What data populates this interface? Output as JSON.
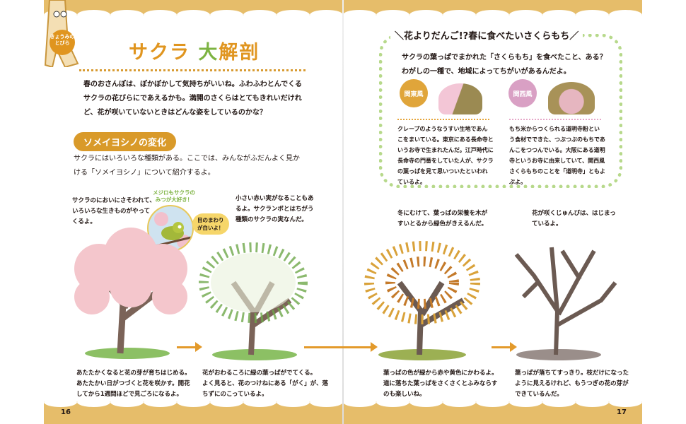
{
  "header": {
    "corner_label": "きょうみのとびら",
    "title_pre": "サクラ",
    "title_dai": "大",
    "title_post": "解剖"
  },
  "intro": [
    "春のおさんぽは、ぽかぽかして気持ちがいいね。ふわふわとんでくる",
    "サクラの花びらにであえるかも。満開のさくらはとてもきれいだけれ",
    "ど、花が咲いていないときはどんな姿をしているのかな？"
  ],
  "section": {
    "title": "ソメイヨシノの変化",
    "text": [
      "サクラにはいろいろな種類がある。ここでは、みんながふだんよく見か",
      "ける「ソメイヨシノ」について紹介するよ。"
    ]
  },
  "bird": {
    "caption": "メジロもサクラのみつが大好き！",
    "bubble": [
      "目のまわり",
      "が白いよ！"
    ]
  },
  "stages": [
    {
      "top": [
        "サクラのにおいにさそわれて、",
        "いろいろな生きものがやって",
        "くるよ。"
      ],
      "bottom": [
        "あたたかくなると花の芽が育ちはじめる。",
        "あたたかい日がつづくと花を咲かす。開花",
        "してから1週間ほどで見ごろになるよ。"
      ]
    },
    {
      "top": [
        "小さい赤い実がなることもあ",
        "るよ。サクランボとはちがう",
        "種類のサクラの実なんだ。"
      ],
      "bottom": [
        "花がおわるころに緑の葉っぱがでてくる。",
        "よく見ると、花のつけねにある「がく」が、落",
        "ちずにのこっているよ。"
      ]
    },
    {
      "top": [
        "冬にむけて、葉っぱの栄養を木が",
        "すいとるから緑色がきえるんだ。"
      ],
      "bottom": [
        "葉っぱの色が緑から赤や黄色にかわるよ。",
        "道に落ちた葉っぱをさくさくとふみならす",
        "のも楽しいね。"
      ]
    },
    {
      "top": [
        "花が咲くじゅんびは、はじまっ",
        "ているよ。"
      ],
      "bottom": [
        "葉っぱが落ちてすっきり。枝だけになった",
        "ように見えるけれど、もうつぎの花の芽が",
        "できているんだ。"
      ]
    }
  ],
  "sakuramochi": {
    "title": "＼花よりだんご!?春に食べたいさくらもち／",
    "intro": [
      "サクラの葉っぱでまかれた「さくらもち」を食べたこと、ある？",
      "わがしの一種で、地域によってちがいがあるんだよ。"
    ],
    "kanto": {
      "badge": "関東風",
      "text": [
        "クレープのようなうすい生地であん",
        "こをまいている。東京にある長命寺と",
        "いうお寺で生まれたんだ。江戸時代に",
        "長命寺の門番をしていた人が、サクラ",
        "の葉っぱを見て思いついたといわれ",
        "ているよ。"
      ]
    },
    "kansai": {
      "badge": "関西風",
      "text": [
        "もち米からつくられる道明寺粉とい",
        "う食材でできた、つぶつぶのもちであ",
        "んこをつつんでいる。大阪にある道明",
        "寺というお寺に由来していて、関西風",
        "さくらもちのことを「道明寺」ともよ",
        "ぶよ。"
      ]
    }
  },
  "pages": {
    "left": "16",
    "right": "17"
  },
  "colors": {
    "orange": "#e0951f",
    "green": "#7db342",
    "band": "#e6bd6a",
    "pink": "#d9a0c4"
  }
}
